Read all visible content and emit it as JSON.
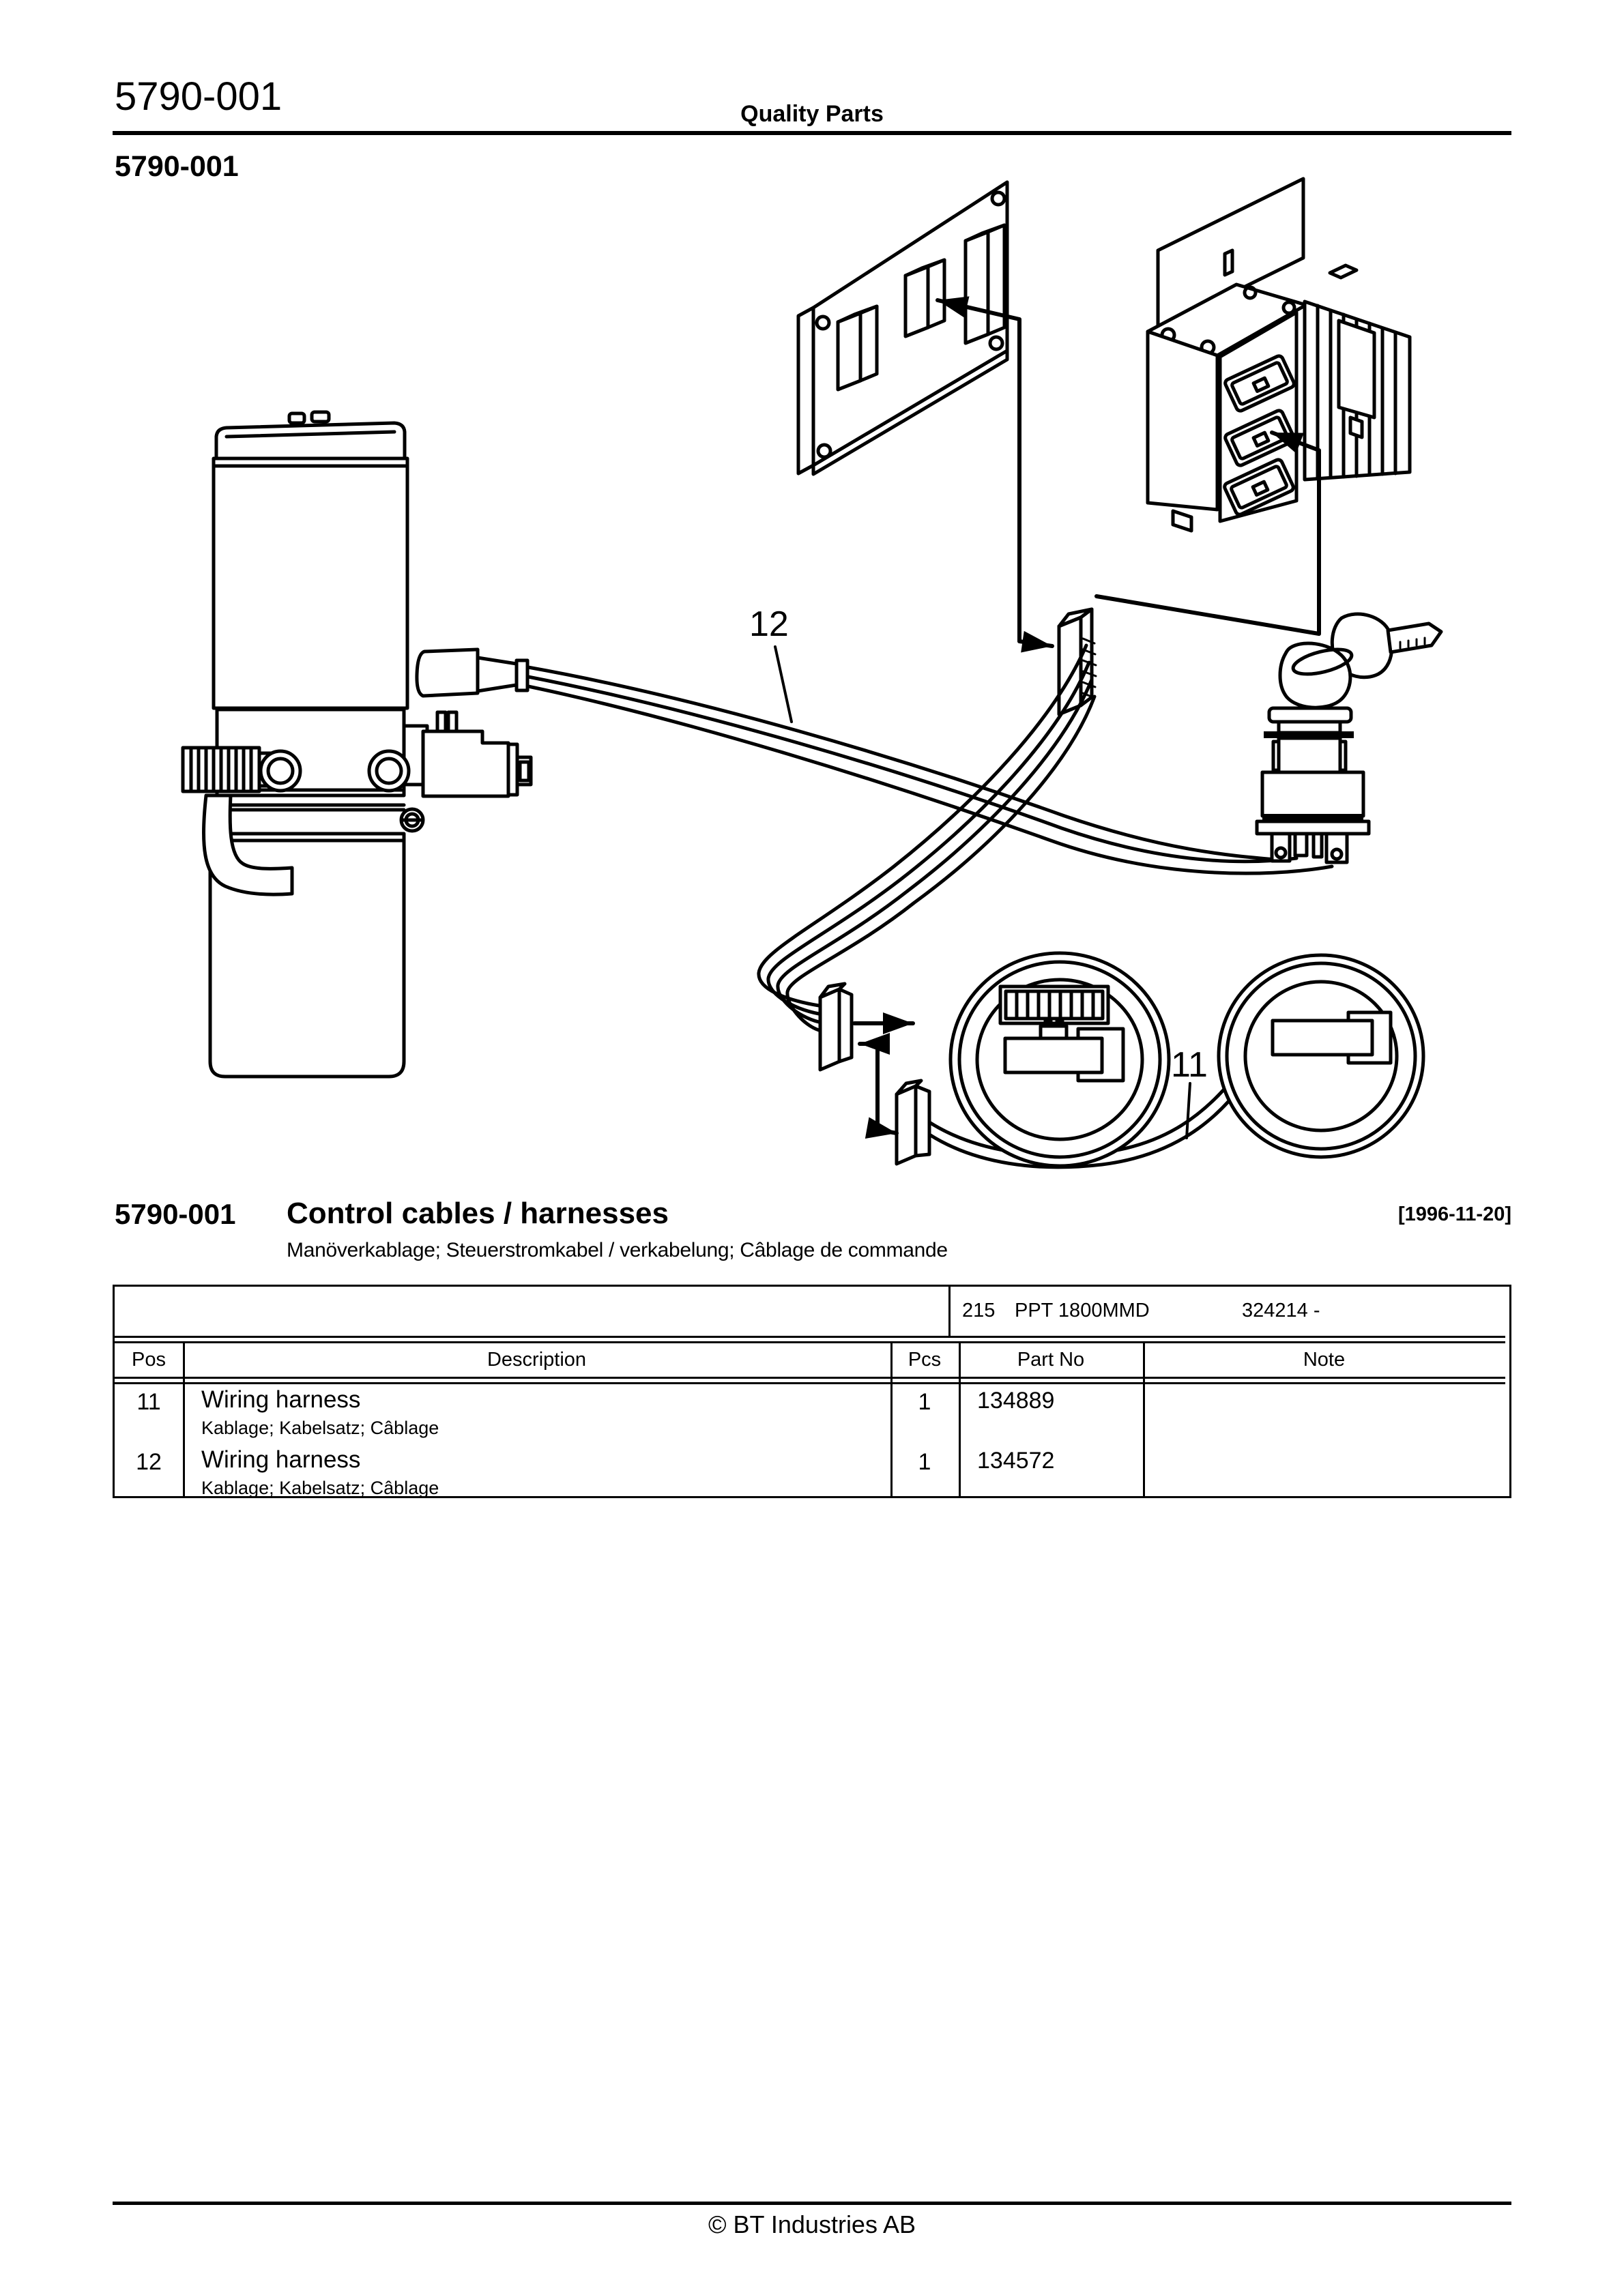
{
  "header": {
    "doc_code": "5790-001",
    "center_title": "Quality Parts",
    "section_code": "5790-001"
  },
  "title": {
    "code": "5790-001",
    "name": "Control cables / harnesses",
    "date": "[1996-11-20]",
    "subtitle": "Manöverkablage; Steuerstromkabel / verkabelung; Câblage de commande"
  },
  "model_band": {
    "model_no": "215",
    "model_name": "PPT 1800MMD",
    "serial_range": "324214 -"
  },
  "table": {
    "headers": {
      "pos": "Pos",
      "description": "Description",
      "pcs": "Pcs",
      "part_no": "Part No",
      "note": "Note"
    },
    "rows": [
      {
        "pos": "11",
        "description": "Wiring harness",
        "description_alt": "Kablage; Kabelsatz; Câblage",
        "pcs": "1",
        "part_no": "134889",
        "note": ""
      },
      {
        "pos": "12",
        "description": "Wiring harness",
        "description_alt": "Kablage; Kabelsatz; Câblage",
        "pcs": "1",
        "part_no": "134572",
        "note": ""
      }
    ]
  },
  "diagram": {
    "label_11": "11",
    "label_12": "12",
    "line_color": "#000000",
    "components": [
      "hydraulic-pump-unit",
      "circuit-board-panel",
      "controller-unit",
      "wire-harness-connector",
      "ignition-key-switch",
      "battery-indicator-gauge",
      "hour-meter-gauge"
    ]
  },
  "footer": {
    "copyright": "© BT Industries AB"
  }
}
